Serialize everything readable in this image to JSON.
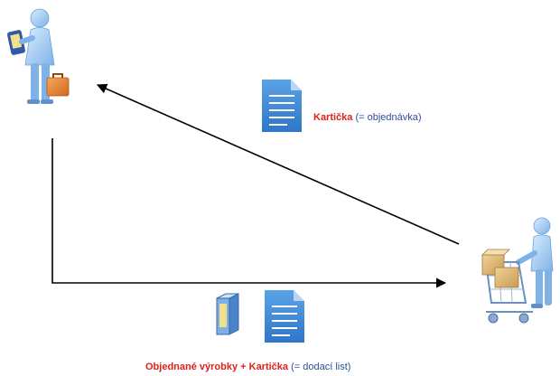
{
  "upper_label": {
    "emph": "Kartička",
    "rest": " (= objednávka)"
  },
  "lower_label": {
    "emph": "Objednané výrobky + Kartička",
    "rest": " (= dodací list)"
  },
  "icons": {
    "supplier": "person-with-phone-and-briefcase-icon",
    "customer": "person-with-shopping-cart-icon",
    "document": "document-icon",
    "product": "product-box-icon"
  },
  "colors": {
    "emph": "#e0201b",
    "text": "#2e4f9a",
    "arrow": "#000000",
    "document": "#3b84d4"
  }
}
